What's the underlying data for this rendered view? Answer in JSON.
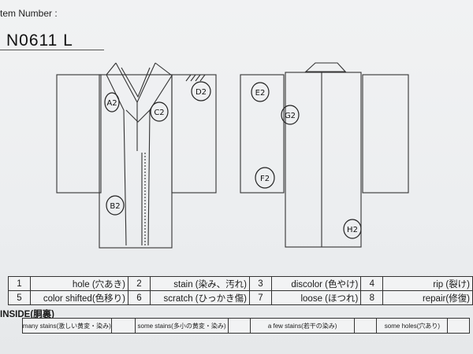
{
  "header": {
    "item_label": "tem Number :",
    "item_number": "N0611  L"
  },
  "front_marks": [
    "A2",
    "C2",
    "D2",
    "B2"
  ],
  "back_marks": [
    "E2",
    "G2",
    "F2",
    "H2"
  ],
  "legend": [
    [
      {
        "num": "1",
        "text": "hole (穴あき)"
      },
      {
        "num": "2",
        "text": "stain (染み、汚れ)"
      },
      {
        "num": "3",
        "text": "discolor (色やけ)"
      },
      {
        "num": "4",
        "text": "rip (裂け)"
      }
    ],
    [
      {
        "num": "5",
        "text": "color shifted(色移り)"
      },
      {
        "num": "6",
        "text": "scratch (ひっかき傷)"
      },
      {
        "num": "7",
        "text": "loose (ほつれ)"
      },
      {
        "num": "8",
        "text": "repair(修復)"
      }
    ]
  ],
  "inside": {
    "title": "INSIDE(胴裏)",
    "cells": [
      "many stains(激しい黄変・染み)",
      "",
      "some stains(多小の黄変・染み)",
      "",
      "a few stains(若干の染み)",
      "",
      "some holes(穴あり)",
      ""
    ]
  }
}
